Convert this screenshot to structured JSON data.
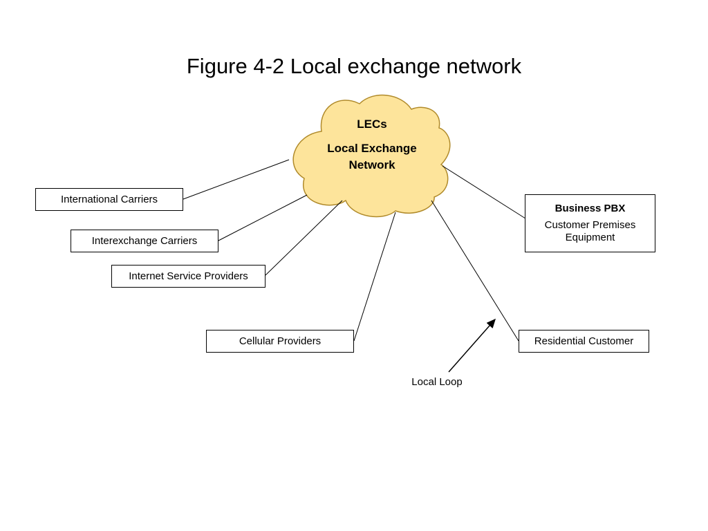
{
  "title": "Figure 4-2 Local exchange network",
  "cloud": {
    "heading": "LECs",
    "name": "Local Exchange Network"
  },
  "boxes": {
    "international": "International Carriers",
    "interexchange": "Interexchange Carriers",
    "isp": "Internet Service Providers",
    "cellular": "Cellular Providers",
    "pbx_title": "Business PBX",
    "pbx_sub": "Customer Premises Equipment",
    "residential": "Residential Customer"
  },
  "annotation": "Local Loop",
  "colors": {
    "cloud_fill": "#FDE49B",
    "cloud_stroke": "#B08A2A"
  }
}
